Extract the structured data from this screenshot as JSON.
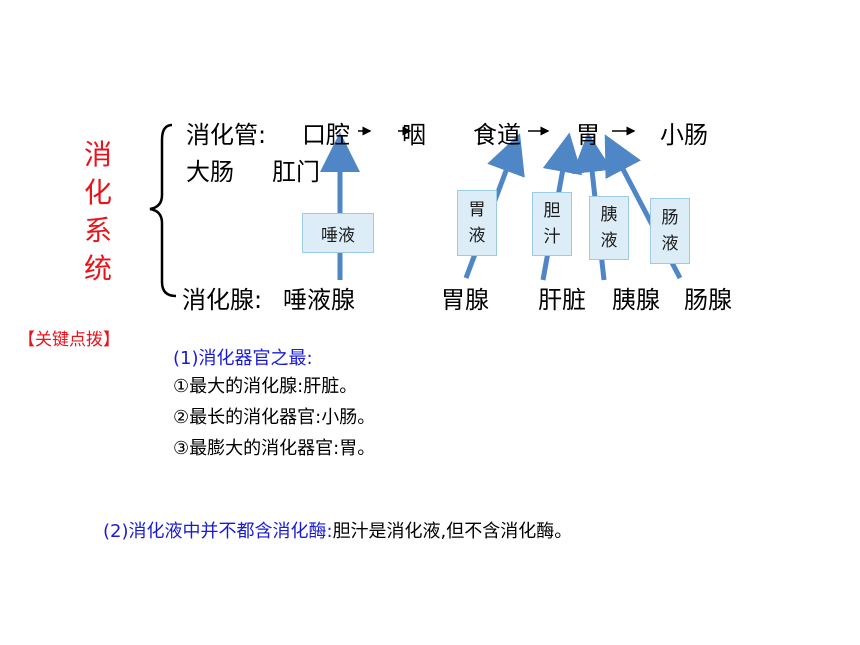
{
  "title_chars": [
    "消",
    "化",
    "系",
    "统"
  ],
  "tract": {
    "label": "消化管:",
    "organs": [
      "口腔",
      "咽",
      "食道",
      "胃",
      "小肠",
      "大肠",
      "肛门"
    ],
    "sep_arrow": "→"
  },
  "glands": {
    "label": "消化腺:",
    "items": [
      "唾液腺",
      "胃腺",
      "肝脏",
      "胰腺",
      "肠腺"
    ]
  },
  "juices": [
    "唾液",
    "胃液",
    "胆汁",
    "胰液",
    "肠液"
  ],
  "tip_label": "【关键点拨】",
  "notes": {
    "n1_head": "(1)消化器官之最:",
    "n1_a": "①最大的消化腺:肝脏。",
    "n1_b": "②最长的消化器官:小肠。",
    "n1_c": "③最膨大的消化器官:胃。",
    "n2_head": "(2)消化液中并不都含消化酶:",
    "n2_body": "胆汁是消化液,但不含消化酶。"
  },
  "colors": {
    "title_red": "#e8141b",
    "arrow_blue": "#4f86c6",
    "note_blue": "#1a1ad4",
    "box_fill": "#dcedf7"
  }
}
